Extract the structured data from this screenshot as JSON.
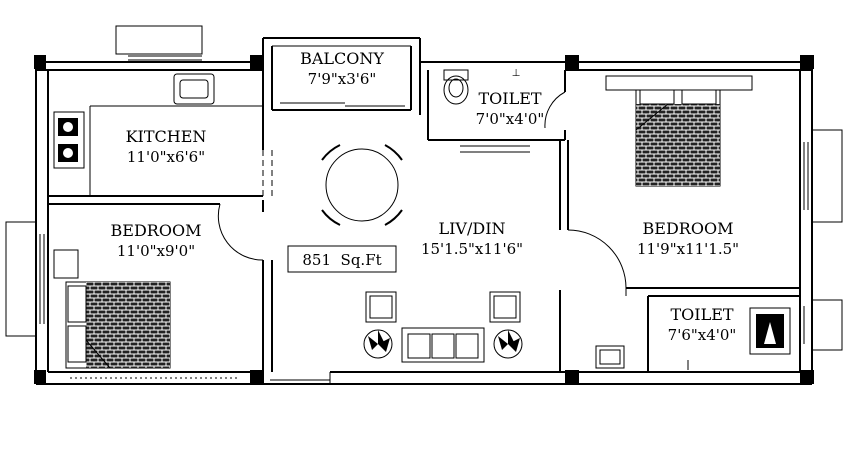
{
  "rooms": {
    "balcony": {
      "name": "BALCONY",
      "size": "7'9\"x3'6\""
    },
    "toilet_top": {
      "name": "TOILET",
      "size": "7'0\"x4'0\""
    },
    "kitchen": {
      "name": "KITCHEN",
      "size": "11'0\"x6'6\""
    },
    "bedroom_left": {
      "name": "BEDROOM",
      "size": "11'0\"x9'0\""
    },
    "liv_din": {
      "name": "LIV/DIN",
      "size": "15'1.5\"x11'6\""
    },
    "bedroom_right": {
      "name": "BEDROOM",
      "size": "11'9\"x11'1.5\""
    },
    "toilet_bottom": {
      "name": "TOILET",
      "size": "7'6\"x4'0\""
    }
  },
  "total_area": "851  Sq.Ft",
  "colors": {
    "line": "#000000",
    "background": "#ffffff"
  },
  "fixtures": [
    "sink-icon",
    "stove-icon",
    "wc-icon",
    "dining-table-icon",
    "bed-icon",
    "sofa-icon",
    "armchair-icon",
    "plant-icon",
    "wash-basin-icon",
    "shower-icon"
  ]
}
